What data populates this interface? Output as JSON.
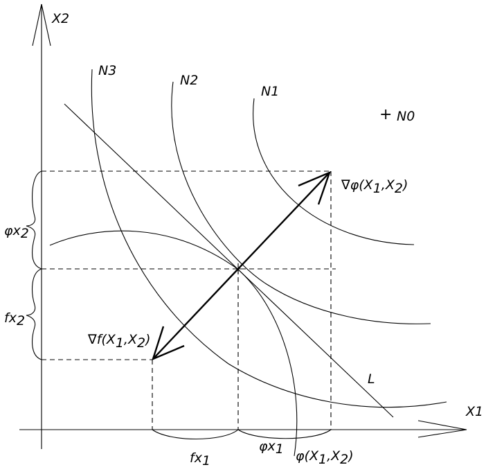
{
  "axes": {
    "y_label": "X2",
    "x_label": "X1"
  },
  "curves": {
    "n3": "N3",
    "n2": "N2",
    "n1": "N1",
    "n0": "N0",
    "n0_marker": "+"
  },
  "line_label": "L",
  "vectors": {
    "grad_phi": {
      "symbol": "∇φ(X",
      "s1": "1",
      "comma": ",X",
      "s2": "2",
      "close": ")"
    },
    "grad_f": {
      "symbol": "∇f(X",
      "s1": "1",
      "comma": ",X",
      "s2": "2",
      "close": ")"
    }
  },
  "brackets": {
    "phi_x2": {
      "main": "φx",
      "sub": "2"
    },
    "f_x2": {
      "main": "fx",
      "sub": "2"
    },
    "f_x1": {
      "main": "fx",
      "sub": "1"
    },
    "phi_x1": {
      "main": "φx",
      "sub": "1"
    },
    "phi_total": {
      "main": "φ(X",
      "s1": "1",
      "comma": ",X",
      "s2": "2",
      "close": ")"
    }
  }
}
